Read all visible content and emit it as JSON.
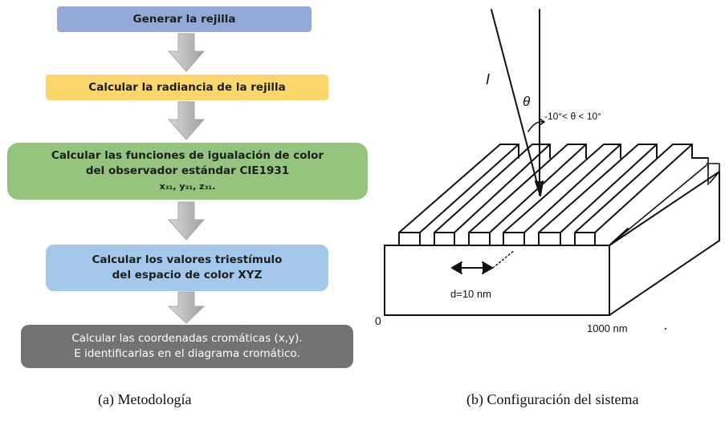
{
  "flowchart": {
    "step1": "Generar la rejilla",
    "step2": "Calcular la radiancia de la rejilla",
    "step3_line1": "Calcular las funciones de igualación de color",
    "step3_line2": "del observador estándar CIE1931",
    "step3_line3": "x₃₁, y₃₁, z₃₁.",
    "step4_line1": "Calcular los valores triestímulo",
    "step4_line2": "del espacio de color XYZ",
    "step5_line1": "Calcular las coordenadas cromáticas (x,y).",
    "step5_line2": "E identificarlas en el diagrama cromático.",
    "colors": {
      "step1": "#93aad6",
      "step2": "#fbd66b",
      "step3": "#94c47d",
      "step4": "#a3c8ec",
      "step5": "#737373",
      "arrow": "#bdbdbd"
    }
  },
  "system": {
    "intensity_label": "I",
    "angle_symbol": "θ",
    "angle_range": "-10°< θ < 10°",
    "period_label": "d=10 nm",
    "origin_label": "0",
    "length_label": "1000 nm"
  },
  "captions": {
    "left": "(a) Metodología",
    "right": "(b) Configuración del sistema"
  }
}
